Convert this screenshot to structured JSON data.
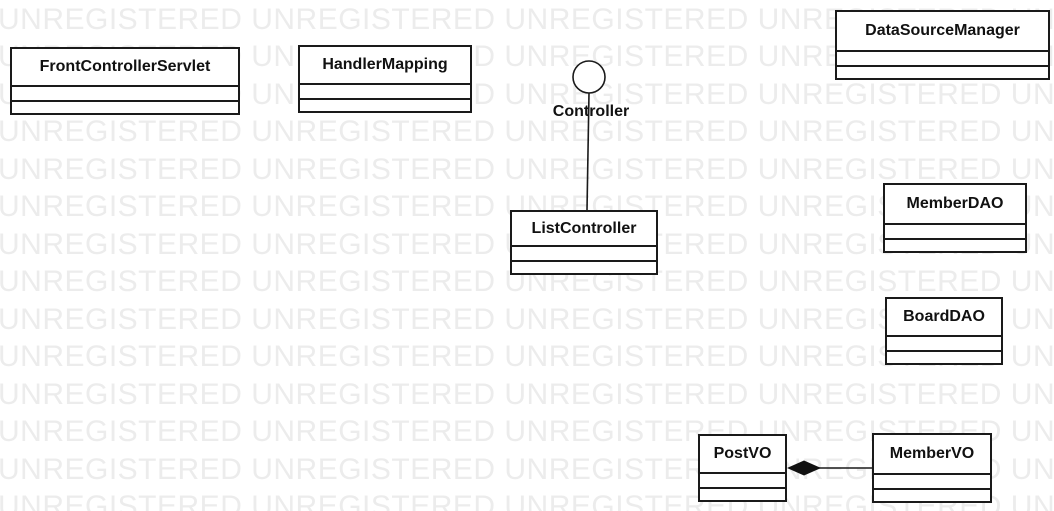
{
  "colors": {
    "line": "#1a1a1a",
    "text": "#111111",
    "watermark": "#ececec",
    "background": "#ffffff"
  },
  "watermark": {
    "text": "UNREGISTERED",
    "rows": 14,
    "words_per_row": 5,
    "first_top": 4.5,
    "row_spacing": 37.5
  },
  "diagram": {
    "type": "uml-class-diagram",
    "interface": {
      "label": "Controller"
    },
    "classes": [
      {
        "name": "FrontControllerServlet"
      },
      {
        "name": "HandlerMapping"
      },
      {
        "name": "ListController"
      },
      {
        "name": "DataSourceManager"
      },
      {
        "name": "MemberDAO"
      },
      {
        "name": "BoardDAO"
      },
      {
        "name": "PostVO"
      },
      {
        "name": "MemberVO"
      }
    ],
    "relationships": [
      {
        "type": "interface-realization",
        "from": "ListController",
        "to": "Controller"
      },
      {
        "type": "composition",
        "whole": "PostVO",
        "part": "MemberVO"
      }
    ]
  }
}
